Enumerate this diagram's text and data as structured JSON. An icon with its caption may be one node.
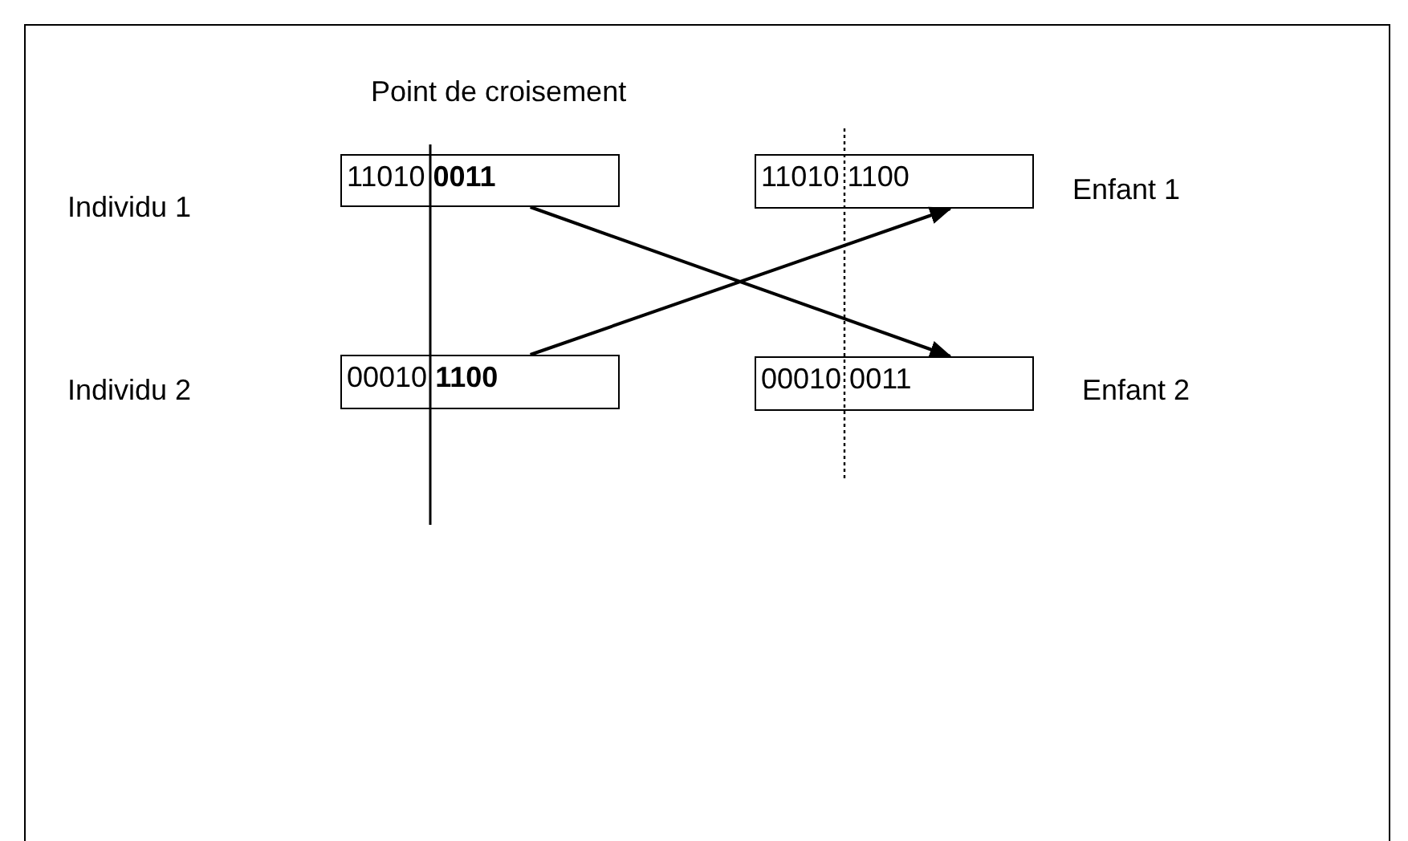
{
  "diagram": {
    "nodes": [
      {
        "text": [
          "11010 **0011**"
        ]
      },
      {
        "text": [
          "11010 1100"
        ],
        "beside": [
          "Enfant 1"
        ]
      },
      {
        "text": [
          "00010 **1100**"
        ]
      },
      {
        "text": [
          "00010 0011"
        ],
        "beside": [
          "Enfant 2"
        ]
      }
    ],
    "edges": [
      {
        "from": 0,
        "to": 3,
        "arrow": "to"
      },
      {
        "from": 2,
        "to": 1,
        "arrow": "to"
      }
    ],
    "labels": [
      "Point de croisement",
      "Individu 1",
      "Individu 2"
    ]
  }
}
